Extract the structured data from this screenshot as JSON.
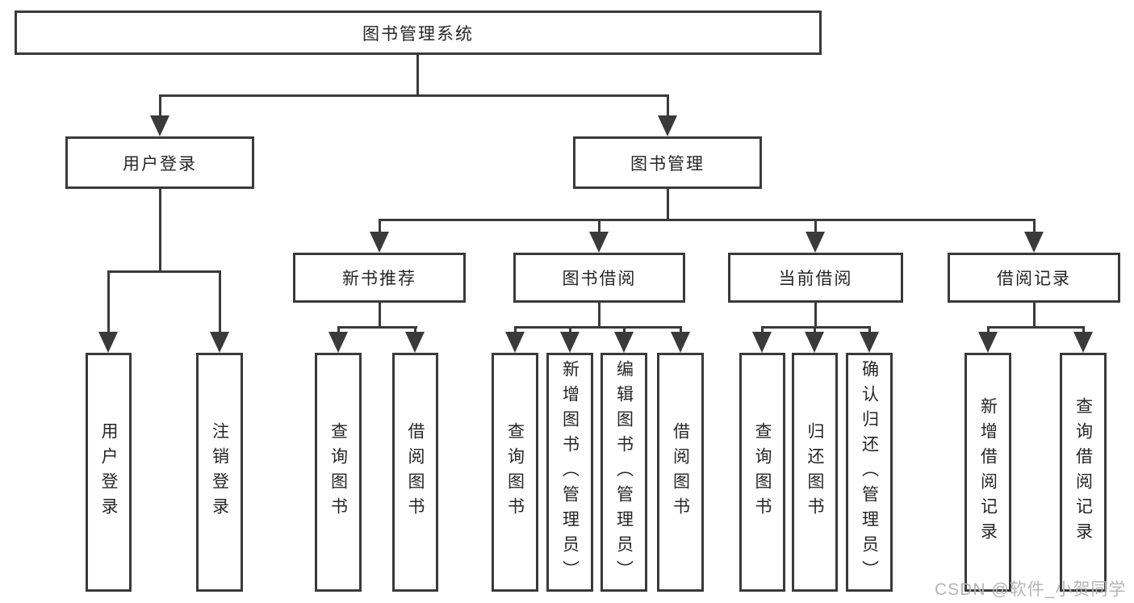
{
  "tree": {
    "label": "图书管理系统",
    "children": [
      {
        "label": "用户登录",
        "children": [
          {
            "label": "用户登录"
          },
          {
            "label": "注销登录"
          }
        ]
      },
      {
        "label": "图书管理",
        "children": [
          {
            "label": "新书推荐",
            "children": [
              {
                "label": "查询图书"
              },
              {
                "label": "借阅图书"
              }
            ]
          },
          {
            "label": "图书借阅",
            "children": [
              {
                "label": "查询图书"
              },
              {
                "label": "新增图书（管理员）"
              },
              {
                "label": "编辑图书（管理员）"
              },
              {
                "label": "借阅图书"
              }
            ]
          },
          {
            "label": "当前借阅",
            "children": [
              {
                "label": "查询图书"
              },
              {
                "label": "归还图书"
              },
              {
                "label": "确认归还（管理员）"
              }
            ]
          },
          {
            "label": "借阅记录",
            "children": [
              {
                "label": "新增借阅记录"
              },
              {
                "label": "查询借阅记录"
              }
            ]
          }
        ]
      }
    ]
  },
  "watermark": {
    "text": "CSDN @软件_小贺同学"
  },
  "colors": {
    "line": "#3a3a3a",
    "text": "#262626",
    "watermark": "#b4b4b4",
    "background": "#ffffff"
  }
}
